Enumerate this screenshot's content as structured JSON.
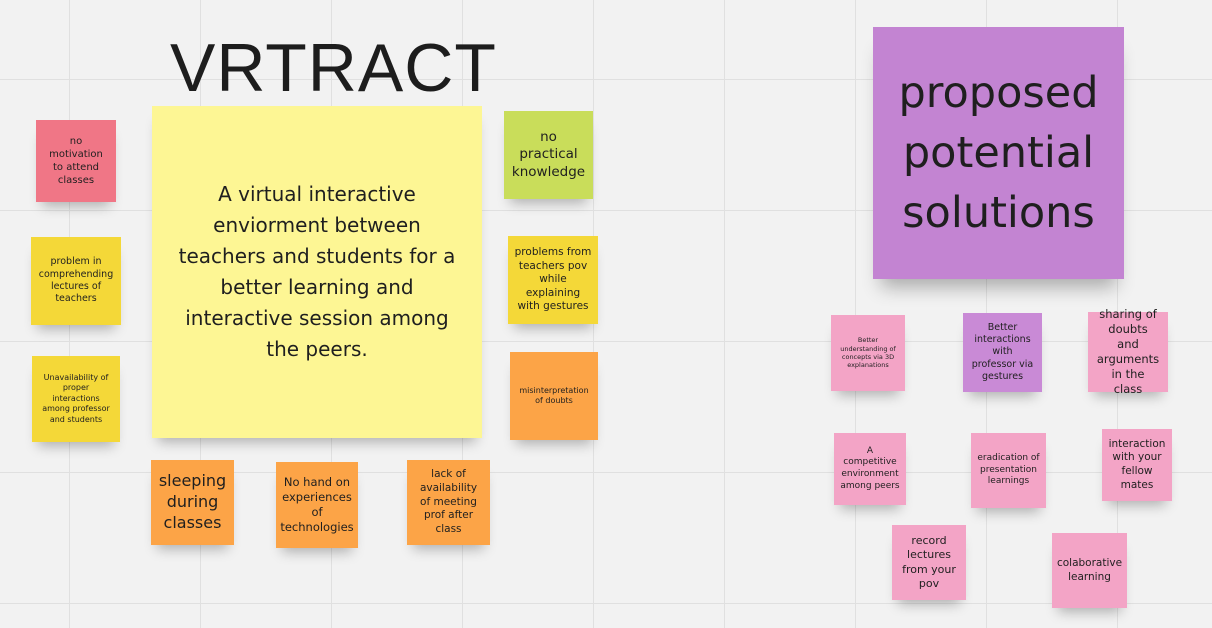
{
  "board": {
    "title": "VRTRACT",
    "main_note": "A virtual interactive enviorment between teachers and students for a better learning and interactive session among the peers.",
    "problems_left": [
      "no motivation to attend classes",
      "problem in comprehending lectures of teachers",
      "Unavailability of proper interactions among professor and students"
    ],
    "problems_right": [
      "no practical knowledge",
      "problems from teachers pov while explaining with gestures",
      "misinterpretation of doubts"
    ],
    "problems_bottom": [
      "sleeping during classes",
      "No hand on experiences of technologies",
      "lack of availability of meeting prof after class"
    ],
    "solutions_header": "proposed potential solutions",
    "solutions": [
      "Better understanding of concepts via 3D explanations",
      "Better interactions with professor via gestures",
      "sharing of doubts and arguments in the class",
      "A competitive environment among peers",
      "eradication of presentation learnings",
      "interaction with your fellow mates",
      "record lectures from your pov",
      "colaborative learning"
    ],
    "colors": {
      "pink": "#f07686",
      "yellow": "#f4d838",
      "pale_yellow": "#fdf694",
      "green": "#c9dd5a",
      "orange": "#fca447",
      "purple": "#c384d2",
      "rose": "#f3a4c6",
      "lilac": "#c98ad6"
    }
  }
}
